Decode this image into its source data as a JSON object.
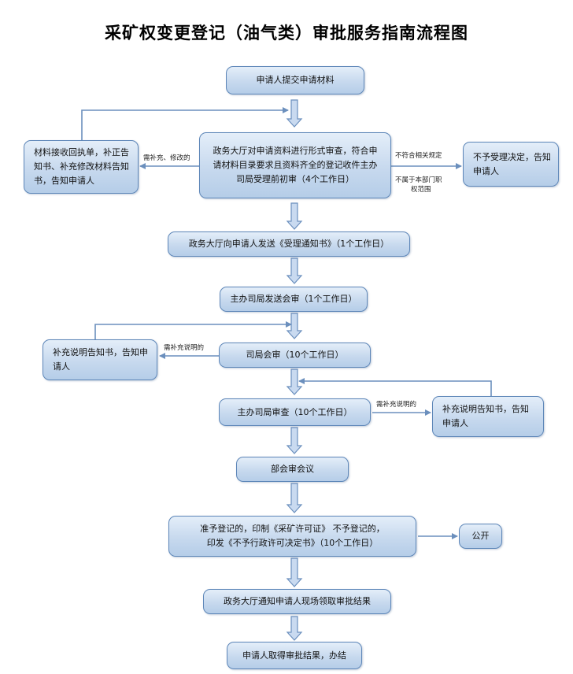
{
  "title": "采矿权变更登记（油气类）审批服务指南流程图",
  "nodes": {
    "submit": "申请人提交申请材料",
    "formal_review": "政务大厅对申请资料进行形式审查，符合申请材料目录要求且资料齐全的登记收件主办司局受理前初审（4个工作日）",
    "receipt": "材料接收回执单，补正告知书、补充修改材料告知书，告知申请人",
    "reject": "不予受理决定，告知申请人",
    "accept_notice": "政务大厅向申请人发送《受理通知书》（1个工作日）",
    "send_countersign": "主办司局发送会审（1个工作日）",
    "countersign": "司局会审（10个工作日）",
    "supplement_1": "补充说明告知书，告知申请人",
    "host_review": "主办司局审查（10个工作日）",
    "supplement_2": "补充说明告知书，告知申请人",
    "ministry_meeting": "部会审会议",
    "decision_line1": "准予登记的，印制《采矿许可证》 不予登记的，",
    "decision_line2": "印发《不予行政许可决定书》（10个工作日）",
    "publish": "公开",
    "notify_collect": "政务大厅通知申请人现场领取审批结果",
    "finish": "申请人取得审批结果，办结"
  },
  "edge_labels": {
    "need_supplement_modify": "需补充、修改的",
    "not_compliant": "不符合相关规定",
    "not_in_scope_line1": "不属于本部门职",
    "not_in_scope_line2": "权范围",
    "need_explain_1": "需补充说明的",
    "need_explain_2": "需补充说明的"
  },
  "colors": {
    "box_border": "#5d86b8",
    "box_fill_top": "#e4eef9",
    "box_fill_bottom": "#b5cde8",
    "arrow": "#6b8fbd"
  }
}
